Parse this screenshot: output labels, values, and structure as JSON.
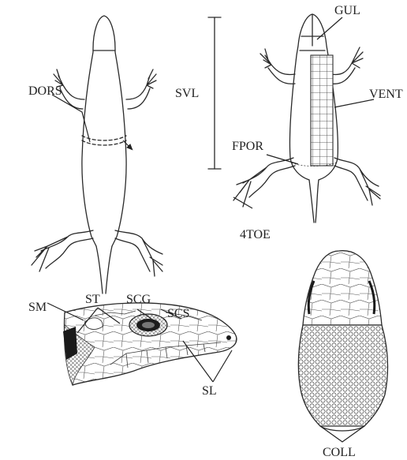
{
  "labels": {
    "dors": "DORS",
    "svl": "SVL",
    "gul": "GUL",
    "vent": "VENT",
    "fpor": "FPOR",
    "toe4": "4TOE",
    "st": "ST",
    "scg": "SCG",
    "scs": "SCS",
    "sm": "SM",
    "sl": "SL",
    "coll": "COLL"
  }
}
